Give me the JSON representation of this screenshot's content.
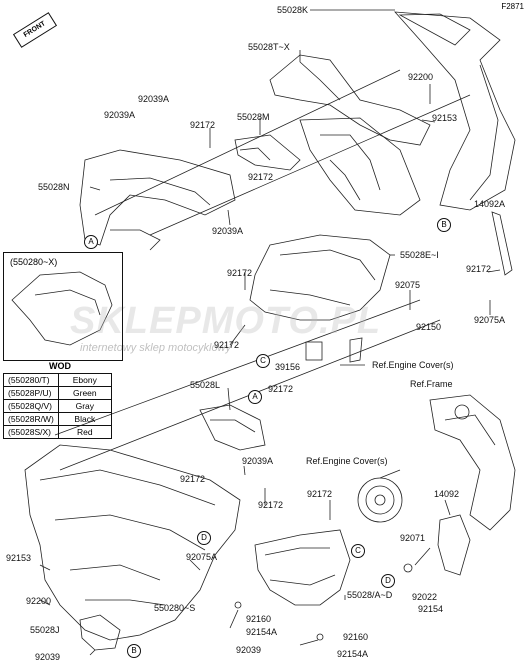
{
  "corner_code": "F2871",
  "front_marker": "FRONT",
  "inset": {
    "title": "(550280~X)",
    "model_label": "WOD"
  },
  "color_table": [
    {
      "code": "(550280/T)",
      "color": "Ebony"
    },
    {
      "code": "(55028P/U)",
      "color": "Green"
    },
    {
      "code": "(55028Q/V)",
      "color": "Gray"
    },
    {
      "code": "(55028R/W)",
      "color": "Black"
    },
    {
      "code": "(55028S/X)",
      "color": "Red"
    }
  ],
  "watermark": {
    "logo_text": "SKLEPMOTO.PL",
    "tagline": "internetowy sklep motocyklowy"
  },
  "labels": {
    "l55028K": "55028K",
    "l55028TX": "55028T~X",
    "l92039A_1": "92039A",
    "l92039A_2": "92039A",
    "l92172_1": "92172",
    "l55028M": "55028M",
    "l92200_1": "92200",
    "l92153_1": "92153",
    "l55028N": "55028N",
    "l92172_2": "92172",
    "l14092A": "14092A",
    "l92039A_3": "92039A",
    "l55028EI": "55028E~I",
    "l92172_3": "92172",
    "l92172_4": "92172",
    "l92075": "92075",
    "l92150": "92150",
    "l92075A_1": "92075A",
    "l92172_5": "92172",
    "l39156": "39156",
    "refEngine1": "Ref.Engine Cover(s)",
    "refFrame": "Ref.Frame",
    "l55028L": "55028L",
    "l92172_6": "92172",
    "l92039A_4": "92039A",
    "refEngine2": "Ref.Engine Cover(s)",
    "l92172_7": "92172",
    "l92172_8": "92172",
    "l92172_9": "92172",
    "l14092": "14092",
    "l92153_2": "92153",
    "l92075A_2": "92075A",
    "l92071": "92071",
    "l92200_2": "92200",
    "l550280S": "550280~S",
    "l55028AD": "55028/A~D",
    "l92022": "92022",
    "l92154": "92154",
    "l55028J": "55028J",
    "l92160_1": "92160",
    "l92154A_1": "92154A",
    "l92160_2": "92160",
    "l92039_1": "92039",
    "l92039_2": "92039",
    "l92154A_2": "92154A"
  },
  "markers": {
    "A1": "A",
    "B1": "B",
    "C1": "C",
    "A2": "A",
    "D1": "D",
    "C2": "C",
    "D2": "D",
    "B2": "B"
  }
}
